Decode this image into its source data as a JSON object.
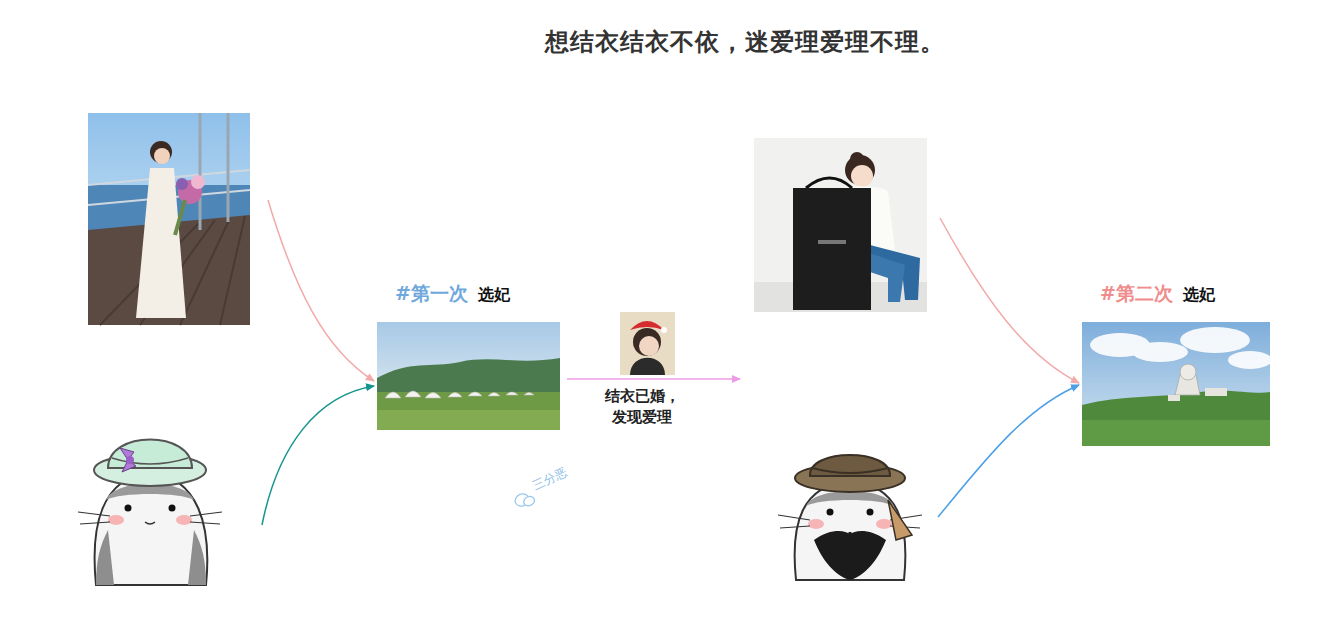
{
  "diagram": {
    "title": "想结衣结衣不依，迷爱理爱理不理。",
    "nodes": [
      {
        "text": [
          "#第一次",
          "选妃"
        ]
      },
      {
        "text": [
          "#第二次",
          "选妃"
        ]
      }
    ],
    "labels": [
      "结衣已婚， 发现爱理",
      "三分恶"
    ]
  }
}
